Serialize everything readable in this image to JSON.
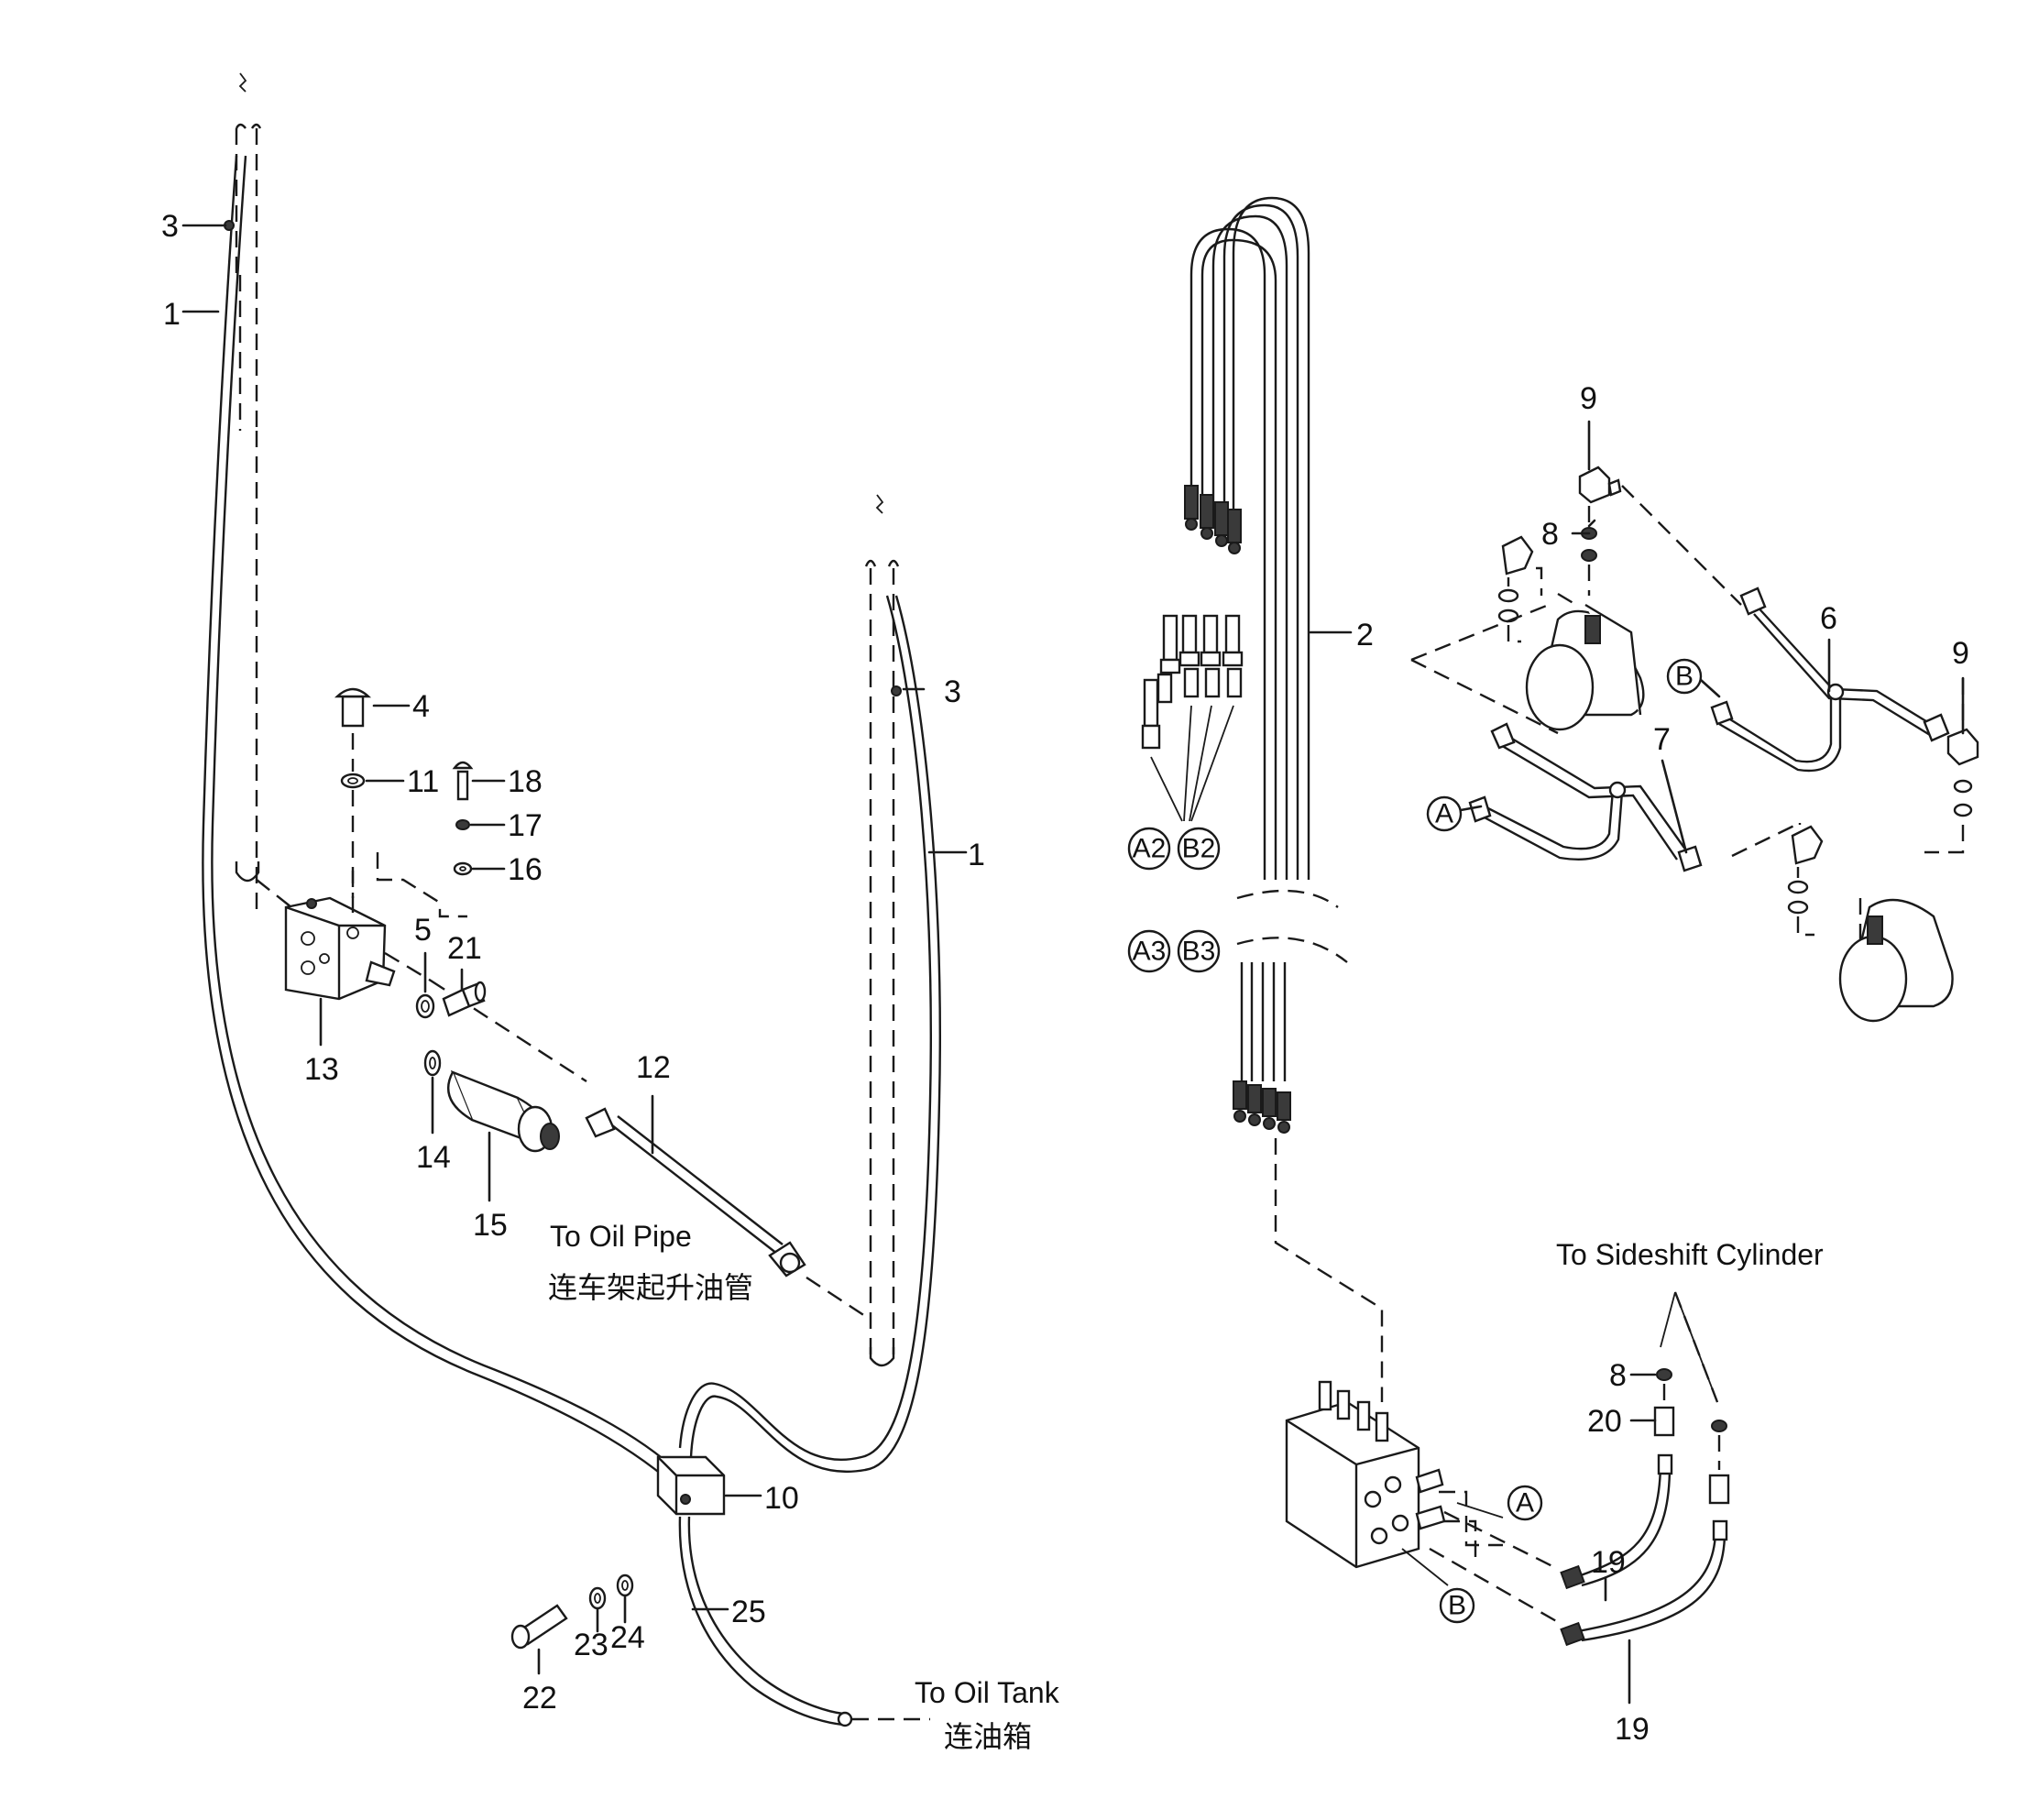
{
  "part_numbers": {
    "p1": "1",
    "p2": "2",
    "p3": "3",
    "p4": "4",
    "p5": "5",
    "p6": "6",
    "p7": "7",
    "p8": "8",
    "p9": "9",
    "p10": "10",
    "p11": "11",
    "p12": "12",
    "p13": "13",
    "p14": "14",
    "p15": "15",
    "p16": "16",
    "p17": "17",
    "p18": "18",
    "p19": "19",
    "p20": "20",
    "p21": "21",
    "p22": "22",
    "p23": "23",
    "p24": "24",
    "p25": "25"
  },
  "callouts": {
    "A": "A",
    "B": "B",
    "A2": "A2",
    "B2": "B2",
    "A3": "A3",
    "B3": "B3"
  },
  "notes": {
    "oil_pipe_en": "To Oil Pipe",
    "oil_pipe_cn": "连车架起升油管",
    "oil_tank_en": "To Oil Tank",
    "oil_tank_cn": "连油箱",
    "sideshift_en": "To Sideshift Cylinder"
  }
}
